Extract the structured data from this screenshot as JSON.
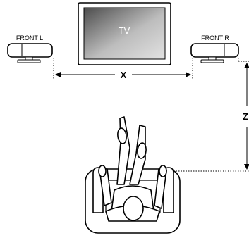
{
  "tv": {
    "label": "TV"
  },
  "speakers": {
    "left": {
      "label": "FRONT L"
    },
    "right": {
      "label": "FRONT R"
    }
  },
  "dimensions": {
    "x": {
      "label": "X"
    },
    "z": {
      "label": "Z"
    }
  },
  "colors": {
    "line": "#000000",
    "tv_screen_dark": "#5a5a5a",
    "tv_screen_light": "#d9d9d9",
    "tv_frame": "#ffffff",
    "figure_fill": "#ffffff"
  }
}
